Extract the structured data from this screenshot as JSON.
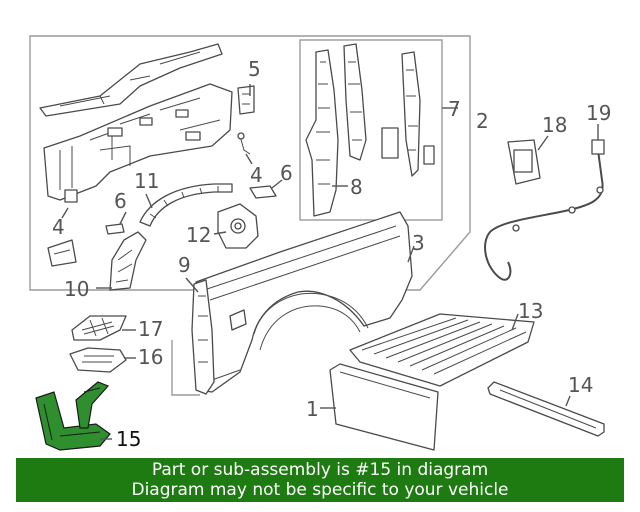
{
  "callouts": {
    "c1": "1",
    "c2": "2",
    "c3": "3",
    "c4a": "4",
    "c4b": "4",
    "c5": "5",
    "c6a": "6",
    "c6b": "6",
    "c7": "7",
    "c8": "8",
    "c9": "9",
    "c10": "10",
    "c11": "11",
    "c12": "12",
    "c13": "13",
    "c14": "14",
    "c15": "15",
    "c16": "16",
    "c17": "17",
    "c18": "18",
    "c19": "19"
  },
  "banner": {
    "line1": "Part or sub-assembly is #15 in diagram",
    "line2": "Diagram may not be specific to your vehicle"
  },
  "colors": {
    "highlight": "#2f8f2f",
    "banner": "#1e7b12",
    "banner_text": "#ffffff",
    "line_art": "#4a4a4a"
  }
}
